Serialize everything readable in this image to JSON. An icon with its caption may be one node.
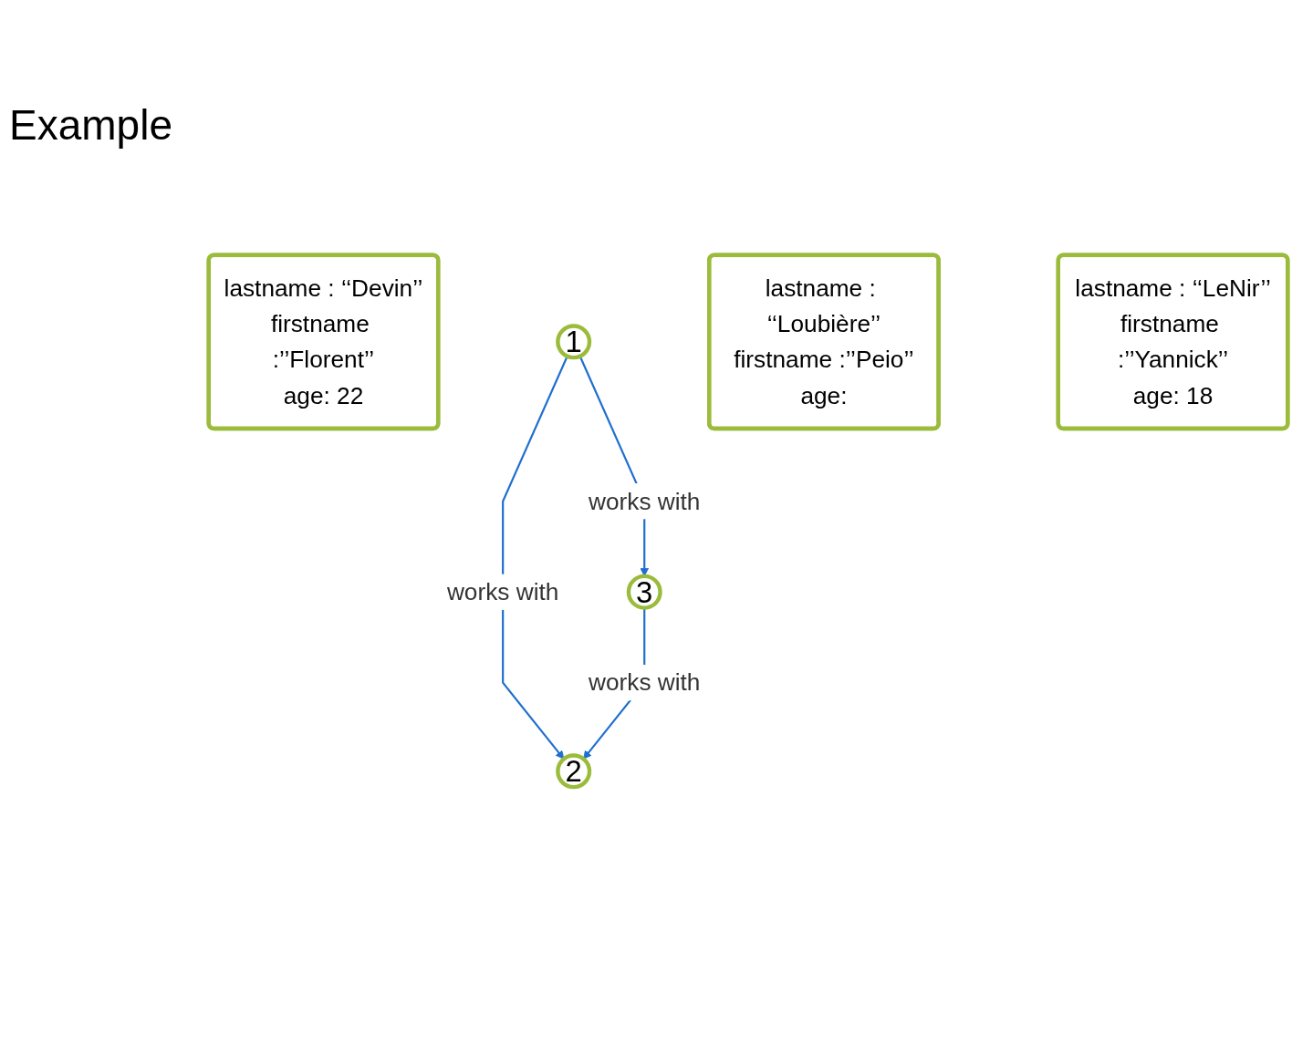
{
  "diagram": {
    "title": "Example",
    "nodes": [
      {
        "text": [
          "lastname : ‘‘Devin’’",
          "firstname :’’Florent’’",
          "age: 22"
        ]
      },
      {
        "text": [
          "1"
        ]
      },
      {
        "text": [
          "3"
        ]
      },
      {
        "text": [
          "2"
        ]
      },
      {
        "text": [
          "lastname : ‘‘Loubière’’",
          "firstname :’’Peio’’",
          "age:"
        ]
      },
      {
        "text": [
          "lastname : ‘‘LeNir’’",
          "firstname :’’Yannick’’",
          "age: 18"
        ]
      }
    ],
    "edges": [
      {
        "from": 1,
        "to": 2,
        "arrow": "to",
        "label": "works with"
      },
      {
        "from": 1,
        "to": 3,
        "arrow": "to",
        "label": "works with"
      },
      {
        "from": 2,
        "to": 3,
        "arrow": "to",
        "label": "works with"
      }
    ]
  }
}
